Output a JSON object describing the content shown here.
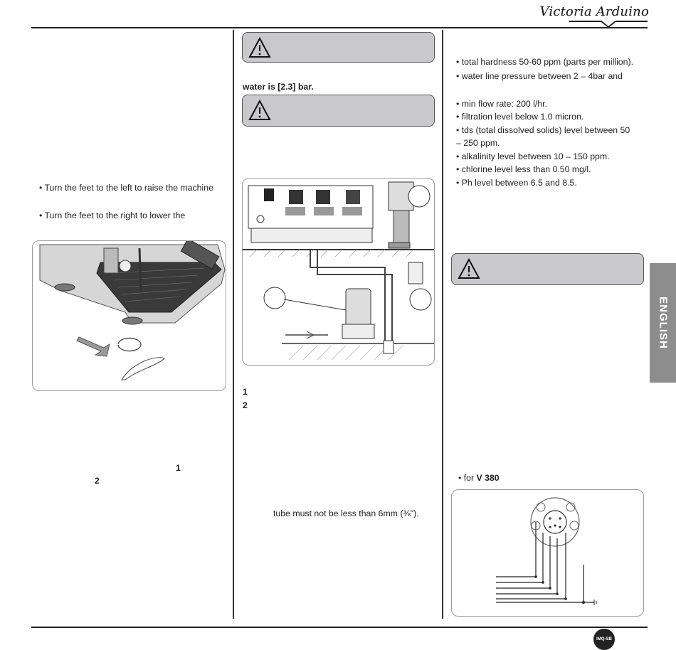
{
  "header": {
    "brand": "Victoria Arduino"
  },
  "side_tab": {
    "label": "ENGLISH"
  },
  "left": {
    "bullet_raise": "• Turn the feet to the left to raise the machine",
    "bullet_lower": "• Turn  the  feet  to  the  right  to  lower  the",
    "num1": "1",
    "num2": "2"
  },
  "middle": {
    "pressure": "water is [2.3] bar.",
    "num1": "1",
    "num2": "2",
    "tube": "tube must not be less than 6mm (⅜\")."
  },
  "right": {
    "specs": [
      "• total hardness 50-60 ppm (parts per million).",
      "• water line pressure between 2 – 4bar and",
      "",
      "• min flow rate: 200 l/hr.",
      "• filtration level below 1.0 micron.",
      "• tds (total dissolved solids) level between 50",
      "   – 250 ppm.",
      "• alkalinity level between 10 – 150 ppm.",
      "• chlorine level less than 0.50 mg/l.",
      "• Ph level between 6.5 and 8.5."
    ],
    "for_prefix": "• for",
    "for_model": "V 380"
  },
  "footer": {
    "logo_text": "IMQ-SB"
  }
}
